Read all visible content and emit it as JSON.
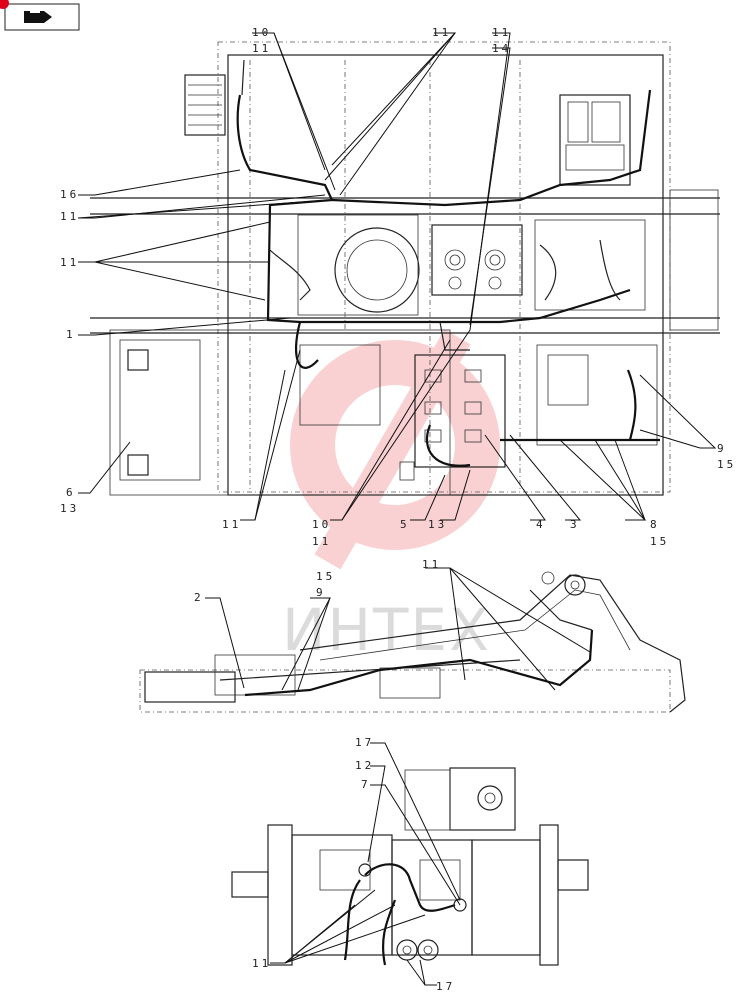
{
  "nav": {
    "back_icon": "back-arrow-icon",
    "marker_color": "#e0001a"
  },
  "watermark": {
    "text": "ИНТЕХ",
    "color": "#e8343a"
  },
  "labels": {
    "top_10": "10",
    "top_11a": "11",
    "top_11b": "11",
    "top_11c": "11",
    "top_14": "14",
    "l16": "16",
    "l11a": "11",
    "l11b": "11",
    "l1": "1",
    "l6": "6",
    "l13a": "13",
    "b11": "11",
    "b10": "10",
    "b11b": "11",
    "b5": "5",
    "b13": "13",
    "b4": "4",
    "b3": "3",
    "b8": "8",
    "b15a": "15",
    "r9": "9",
    "r15": "15",
    "m2": "2",
    "m15": "15",
    "m9": "9",
    "m11": "11",
    "p17a": "17",
    "p12": "12",
    "p7": "7",
    "p11": "11",
    "p17b": "17"
  }
}
